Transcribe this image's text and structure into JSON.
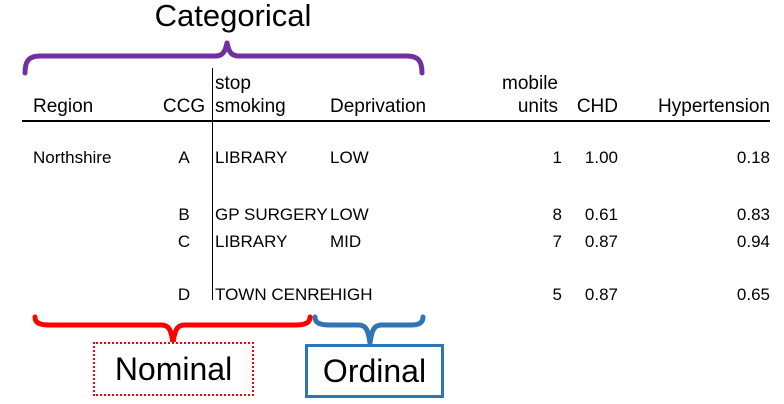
{
  "annotations": {
    "categorical_label": "Categorical",
    "nominal_label": "Nominal",
    "ordinal_label": "Ordinal"
  },
  "colors": {
    "categorical": "#7030A0",
    "nominal": "#FF0000",
    "ordinal": "#2E75B6",
    "text": "#000000",
    "line": "#000000"
  },
  "table": {
    "header": {
      "region": "Region",
      "ccg": "CCG",
      "stop_smoking_line1": "stop",
      "stop_smoking_line2": "smoking",
      "deprivation": "Deprivation",
      "mobile_units_line1": "mobile",
      "mobile_units_line2": "units",
      "chd": "CHD",
      "hypertension": "Hypertension"
    },
    "rows": [
      {
        "region": "Northshire",
        "ccg": "A",
        "stop_smoking": "LIBRARY",
        "deprivation": "LOW",
        "mobile_units": "1",
        "chd": "1.00",
        "hypertension": "0.18"
      },
      {
        "region": "",
        "ccg": "B",
        "stop_smoking": "GP SURGERY",
        "deprivation": "LOW",
        "mobile_units": "8",
        "chd": "0.61",
        "hypertension": "0.83"
      },
      {
        "region": "",
        "ccg": "C",
        "stop_smoking": "LIBRARY",
        "deprivation": "MID",
        "mobile_units": "7",
        "chd": "0.87",
        "hypertension": "0.94"
      },
      {
        "region": "",
        "ccg": "D",
        "stop_smoking": "TOWN CENRE",
        "deprivation": "HIGH",
        "mobile_units": "5",
        "chd": "0.87",
        "hypertension": "0.65"
      }
    ]
  }
}
